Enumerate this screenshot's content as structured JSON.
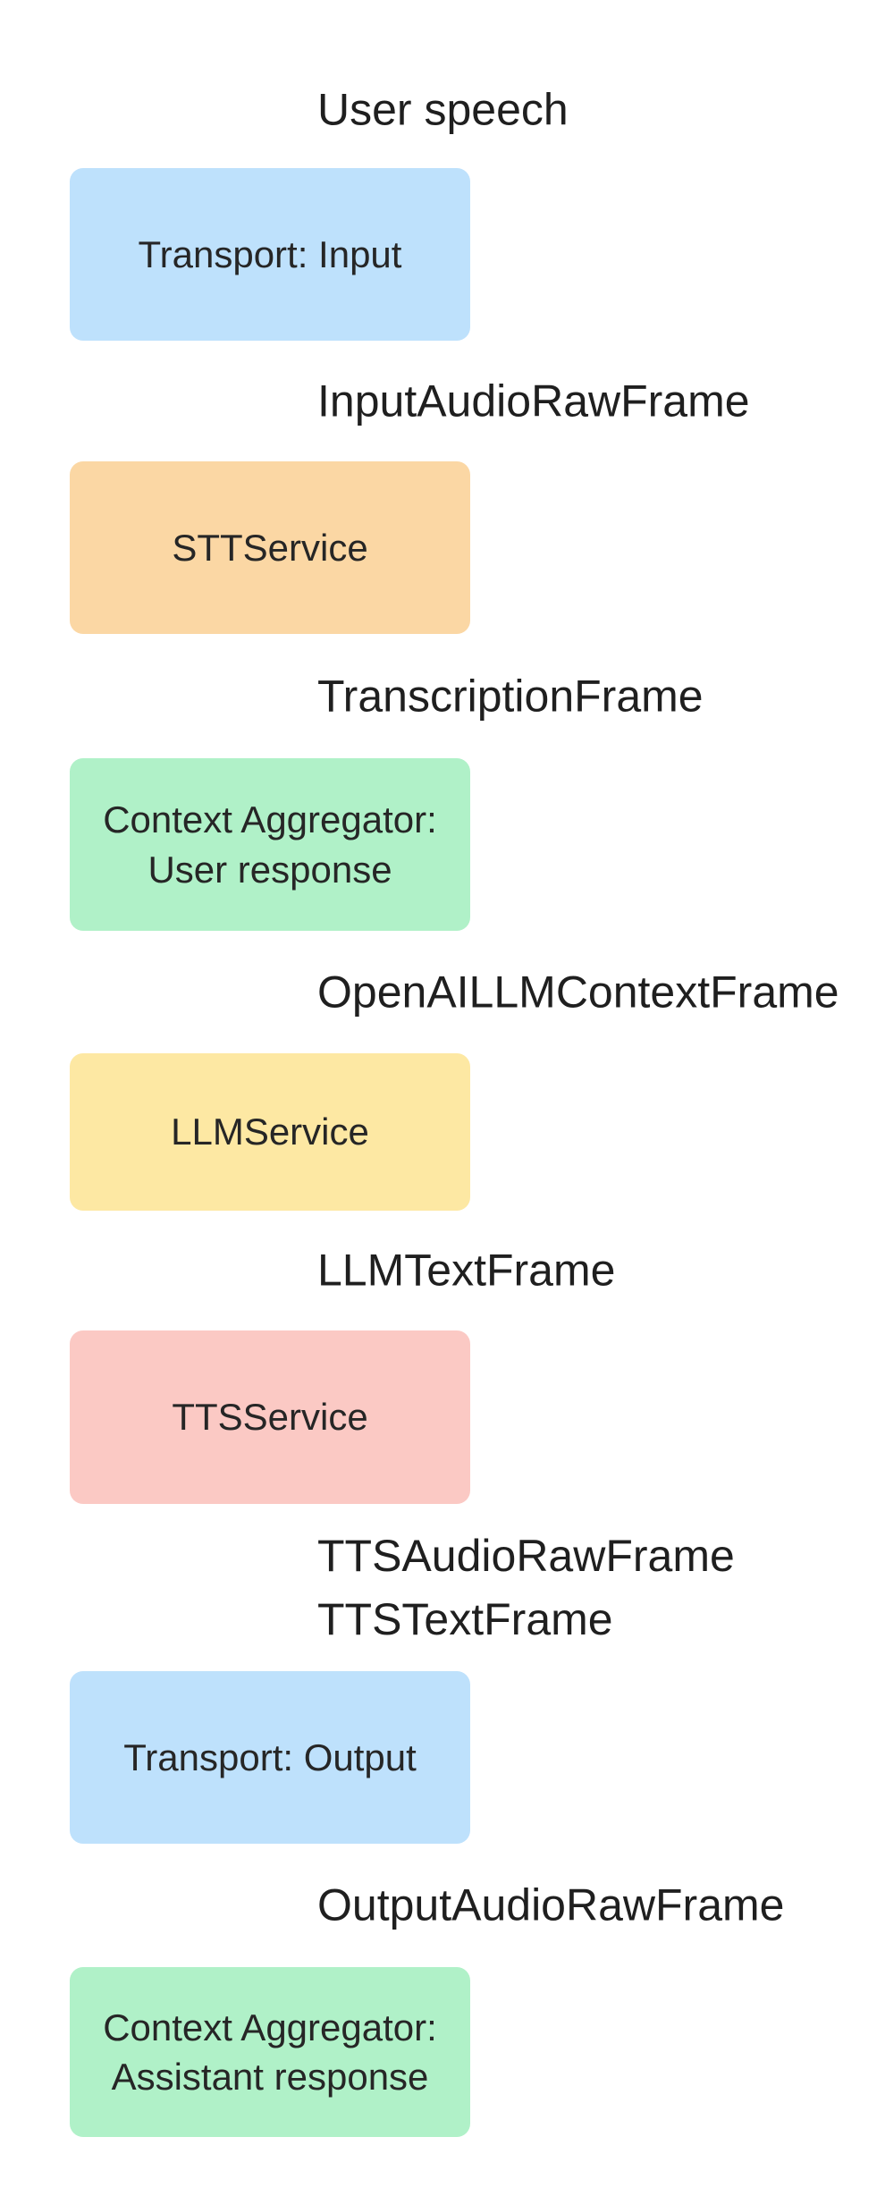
{
  "diagram": {
    "background": "#ffffff",
    "arrow_color": "#1e1e1e",
    "node_text_color": "#262626",
    "label_text_color": "#1f1f1f",
    "nodes": [
      {
        "lines": [
          "Transport: Input",
          ""
        ],
        "color": "#bee1fc"
      },
      {
        "lines": [
          "STTService",
          ""
        ],
        "color": "#fbd7a4"
      },
      {
        "lines": [
          "Context Aggregator:",
          "User response"
        ],
        "color": "#b0f1c8"
      },
      {
        "lines": [
          "LLMService",
          ""
        ],
        "color": "#fde8a3"
      },
      {
        "lines": [
          "TTSService",
          ""
        ],
        "color": "#fbc9c4"
      },
      {
        "lines": [
          "Transport: Output",
          ""
        ],
        "color": "#bee1fc"
      },
      {
        "lines": [
          "Context Aggregator:",
          "Assistant response"
        ],
        "color": "#b0f1c8"
      }
    ],
    "edges": [
      {
        "labels": [
          "User speech",
          ""
        ]
      },
      {
        "labels": [
          "InputAudioRawFrame",
          ""
        ]
      },
      {
        "labels": [
          "TranscriptionFrame",
          ""
        ]
      },
      {
        "labels": [
          "OpenAILLMContextFrame",
          ""
        ]
      },
      {
        "labels": [
          "LLMTextFrame",
          ""
        ]
      },
      {
        "labels": [
          "TTSAudioRawFrame",
          "TTSTextFrame"
        ]
      },
      {
        "labels": [
          "OutputAudioRawFrame",
          ""
        ]
      }
    ]
  }
}
